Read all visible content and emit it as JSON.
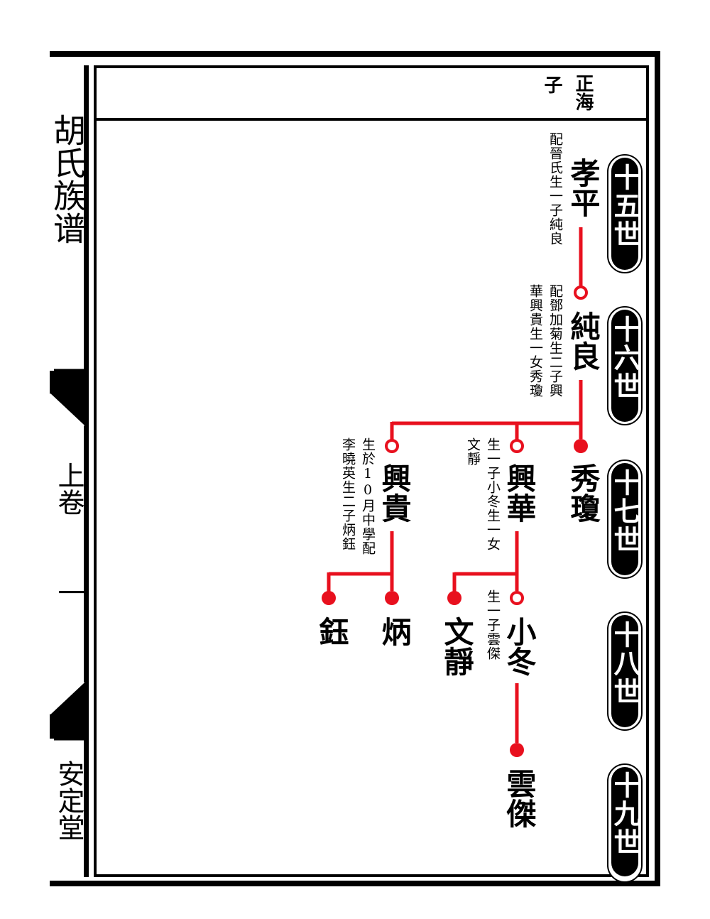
{
  "header": {
    "prefix_name": "正海",
    "prefix_relation": "子"
  },
  "side": {
    "title": "胡氏族谱",
    "volume": "上卷",
    "page": "一",
    "hall": "安定堂"
  },
  "generations": [
    "十五世",
    "十六世",
    "十七世",
    "十八世",
    "十九世"
  ],
  "people": {
    "xiaoping": {
      "name": "孝平",
      "note": "配晉氏生一子純良"
    },
    "chunliang": {
      "name": "純良",
      "note_1": "配鄧加菊生二子興",
      "note_2": "華興貴生一女秀瓊"
    },
    "xiuqiong": {
      "name": "秀瓊"
    },
    "xinghua": {
      "name": "興華",
      "note_1": "生一子小冬生一女",
      "note_2": "文靜"
    },
    "xinggui": {
      "name": "興貴",
      "note_1": "生於10月中學配",
      "note_2": "李曉英生二子炳鈺"
    },
    "xiaodong": {
      "name": "小冬",
      "note": "生一子雲傑"
    },
    "wenjing": {
      "name": "文靜"
    },
    "bing": {
      "name": "炳"
    },
    "yu": {
      "name": "鈺"
    },
    "yunjie": {
      "name": "雲傑"
    }
  },
  "colors": {
    "line": "#e8101e",
    "frame": "#000000",
    "badge": "#000000"
  }
}
